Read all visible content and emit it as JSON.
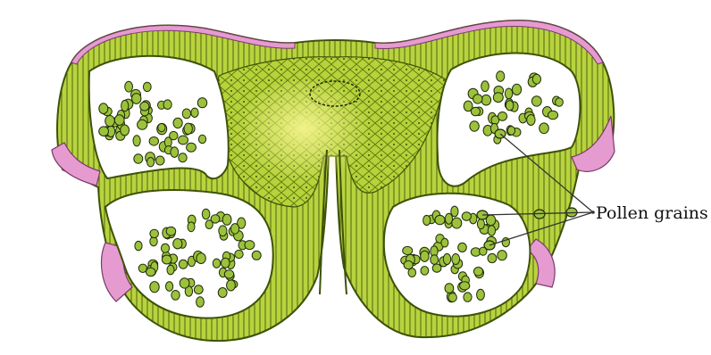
{
  "figure": {
    "label": "Pollen grains",
    "colors": {
      "background": "#ffffff",
      "tissue_fill": "#b7d23a",
      "tissue_light": "#e2ec6a",
      "tissue_dark": "#5d7a12",
      "epidermis": "#e59bd0",
      "epidermis_outline": "#7a3a6a",
      "grain_fill": "#9cc23c",
      "grain_outline": "#1f2a0a",
      "pointer_line": "#333333"
    },
    "icons": [
      "anther-cross-section",
      "pollen-grain"
    ]
  }
}
